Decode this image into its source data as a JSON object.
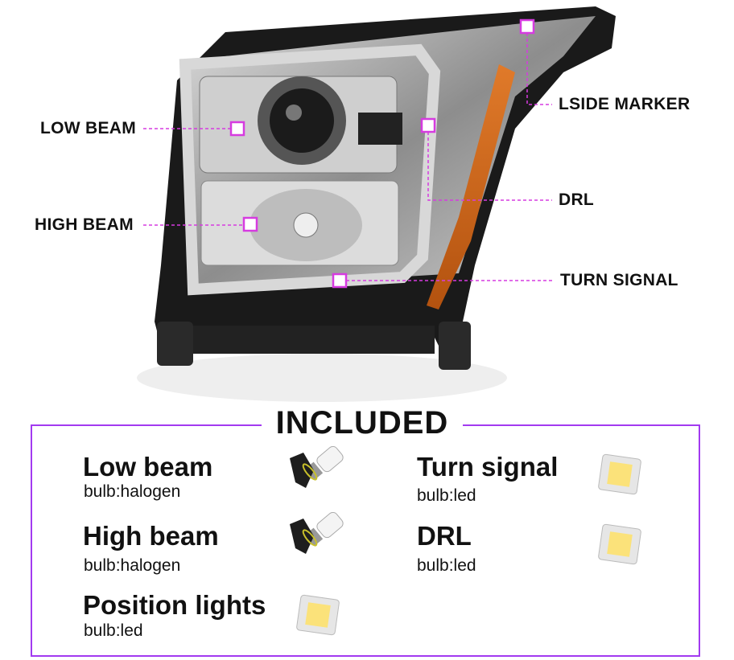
{
  "callouts": {
    "low_beam": "LOW BEAM",
    "high_beam": "HIGH BEAM",
    "lside_marker": "LSIDE MARKER",
    "drl": "DRL",
    "turn_signal": "TURN SIGNAL"
  },
  "included": {
    "title": "INCLUDED",
    "items": [
      {
        "name": "Low beam",
        "bulb": "bulb:halogen",
        "icon": "halogen-bulb-icon"
      },
      {
        "name": "High beam",
        "bulb": "bulb:halogen",
        "icon": "halogen-bulb-icon"
      },
      {
        "name": "Position lights",
        "bulb": "bulb:led",
        "icon": "led-chip-icon"
      },
      {
        "name": "Turn signal",
        "bulb": "bulb:led",
        "icon": "led-chip-icon"
      },
      {
        "name": "DRL",
        "bulb": "bulb:led",
        "icon": "led-chip-icon"
      }
    ]
  },
  "colors": {
    "accent": "#d63be0",
    "frame": "#a23af0",
    "amber": "#d9661a",
    "led": "#fbe27a"
  }
}
